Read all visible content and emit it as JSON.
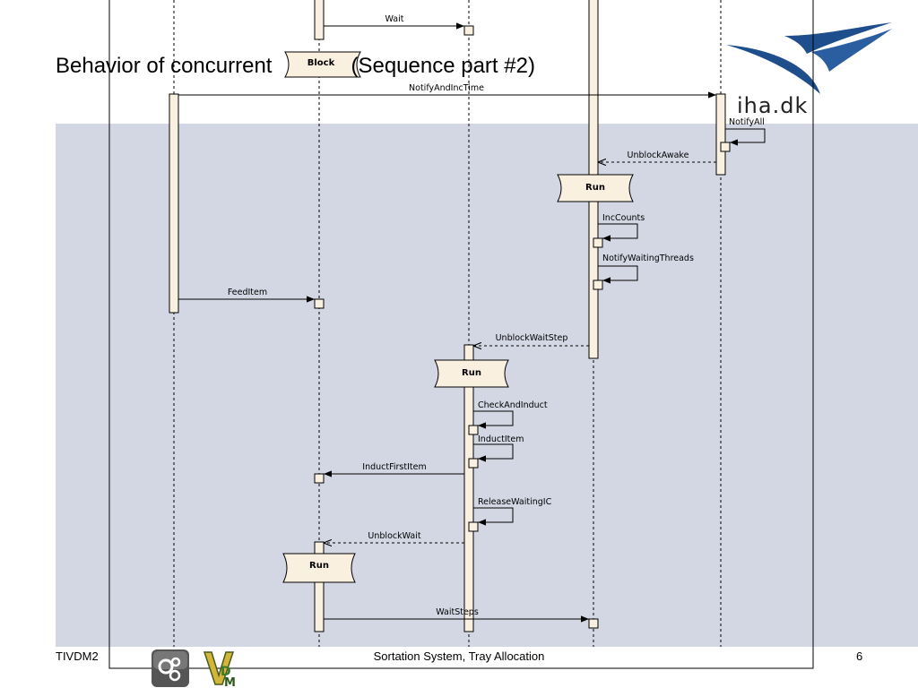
{
  "slide": {
    "title": "Behavior of concurrent",
    "title_suffix": "(Sequence part #2)",
    "page_number": "6"
  },
  "footer": {
    "course": "TIVDM2",
    "topic": "Sortation System, Tray Allocation"
  },
  "logo": {
    "text": "iha.dk"
  },
  "icons": [
    "gear-circles-icon",
    "vdm-logo-icon"
  ],
  "states": {
    "block": "Block",
    "run_a": "Run",
    "run_b": "Run",
    "run_c": "Run"
  },
  "messages": {
    "wait": "Wait",
    "notify_and_inc_time": "NotifyAndIncTime",
    "notify_all": "NotifyAll",
    "unblock_awake": "UnblockAwake",
    "inc_counts": "IncCounts",
    "notify_waiting_threads": "NotifyWaitingThreads",
    "feed_item": "FeedItem",
    "unblock_wait_step": "UnblockWaitStep",
    "check_and_induct": "CheckAndInduct",
    "induct_item": "InductItem",
    "induct_first_item": "InductFirstItem",
    "release_waiting_ic": "ReleaseWaitingIC",
    "unblock_wait": "UnblockWait",
    "wait_steps": "WaitSteps"
  },
  "colors": {
    "band": "#d3d7e4",
    "activation": "#faf0e0",
    "logo_blue": "#1f4e8c"
  }
}
